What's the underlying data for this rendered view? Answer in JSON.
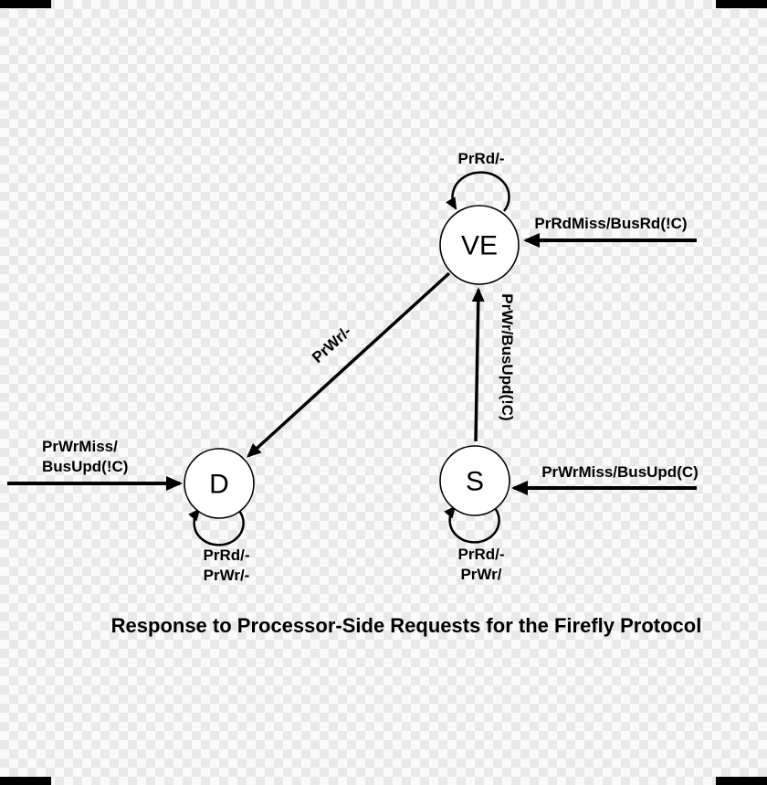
{
  "diagram": {
    "title": "Response to Processor-Side Requests for the Firefly Protocol",
    "type": "state-machine",
    "states": {
      "ve": "VE",
      "d": "D",
      "s": "S"
    },
    "labels": {
      "ve_self": "PrRd/-",
      "ve_in": "PrRdMiss/BusRd(!C)",
      "ve_to_d": "PrWr/-",
      "s_to_ve": "PrWr/BusUpd(!C)",
      "d_in_1": "PrWrMiss/",
      "d_in_2": "BusUpd(!C)",
      "d_self_1": "PrRd/-",
      "d_self_2": "PrWr/-",
      "s_self_1": "PrRd/-",
      "s_self_2": "PrWr/",
      "s_in": "PrWrMiss/BusUpd(C)"
    },
    "colors": {
      "ink": "#000000",
      "node_fill": "#ffffff",
      "checker_dark": "#e9e9e9",
      "checker_light": "#fafafa"
    }
  }
}
